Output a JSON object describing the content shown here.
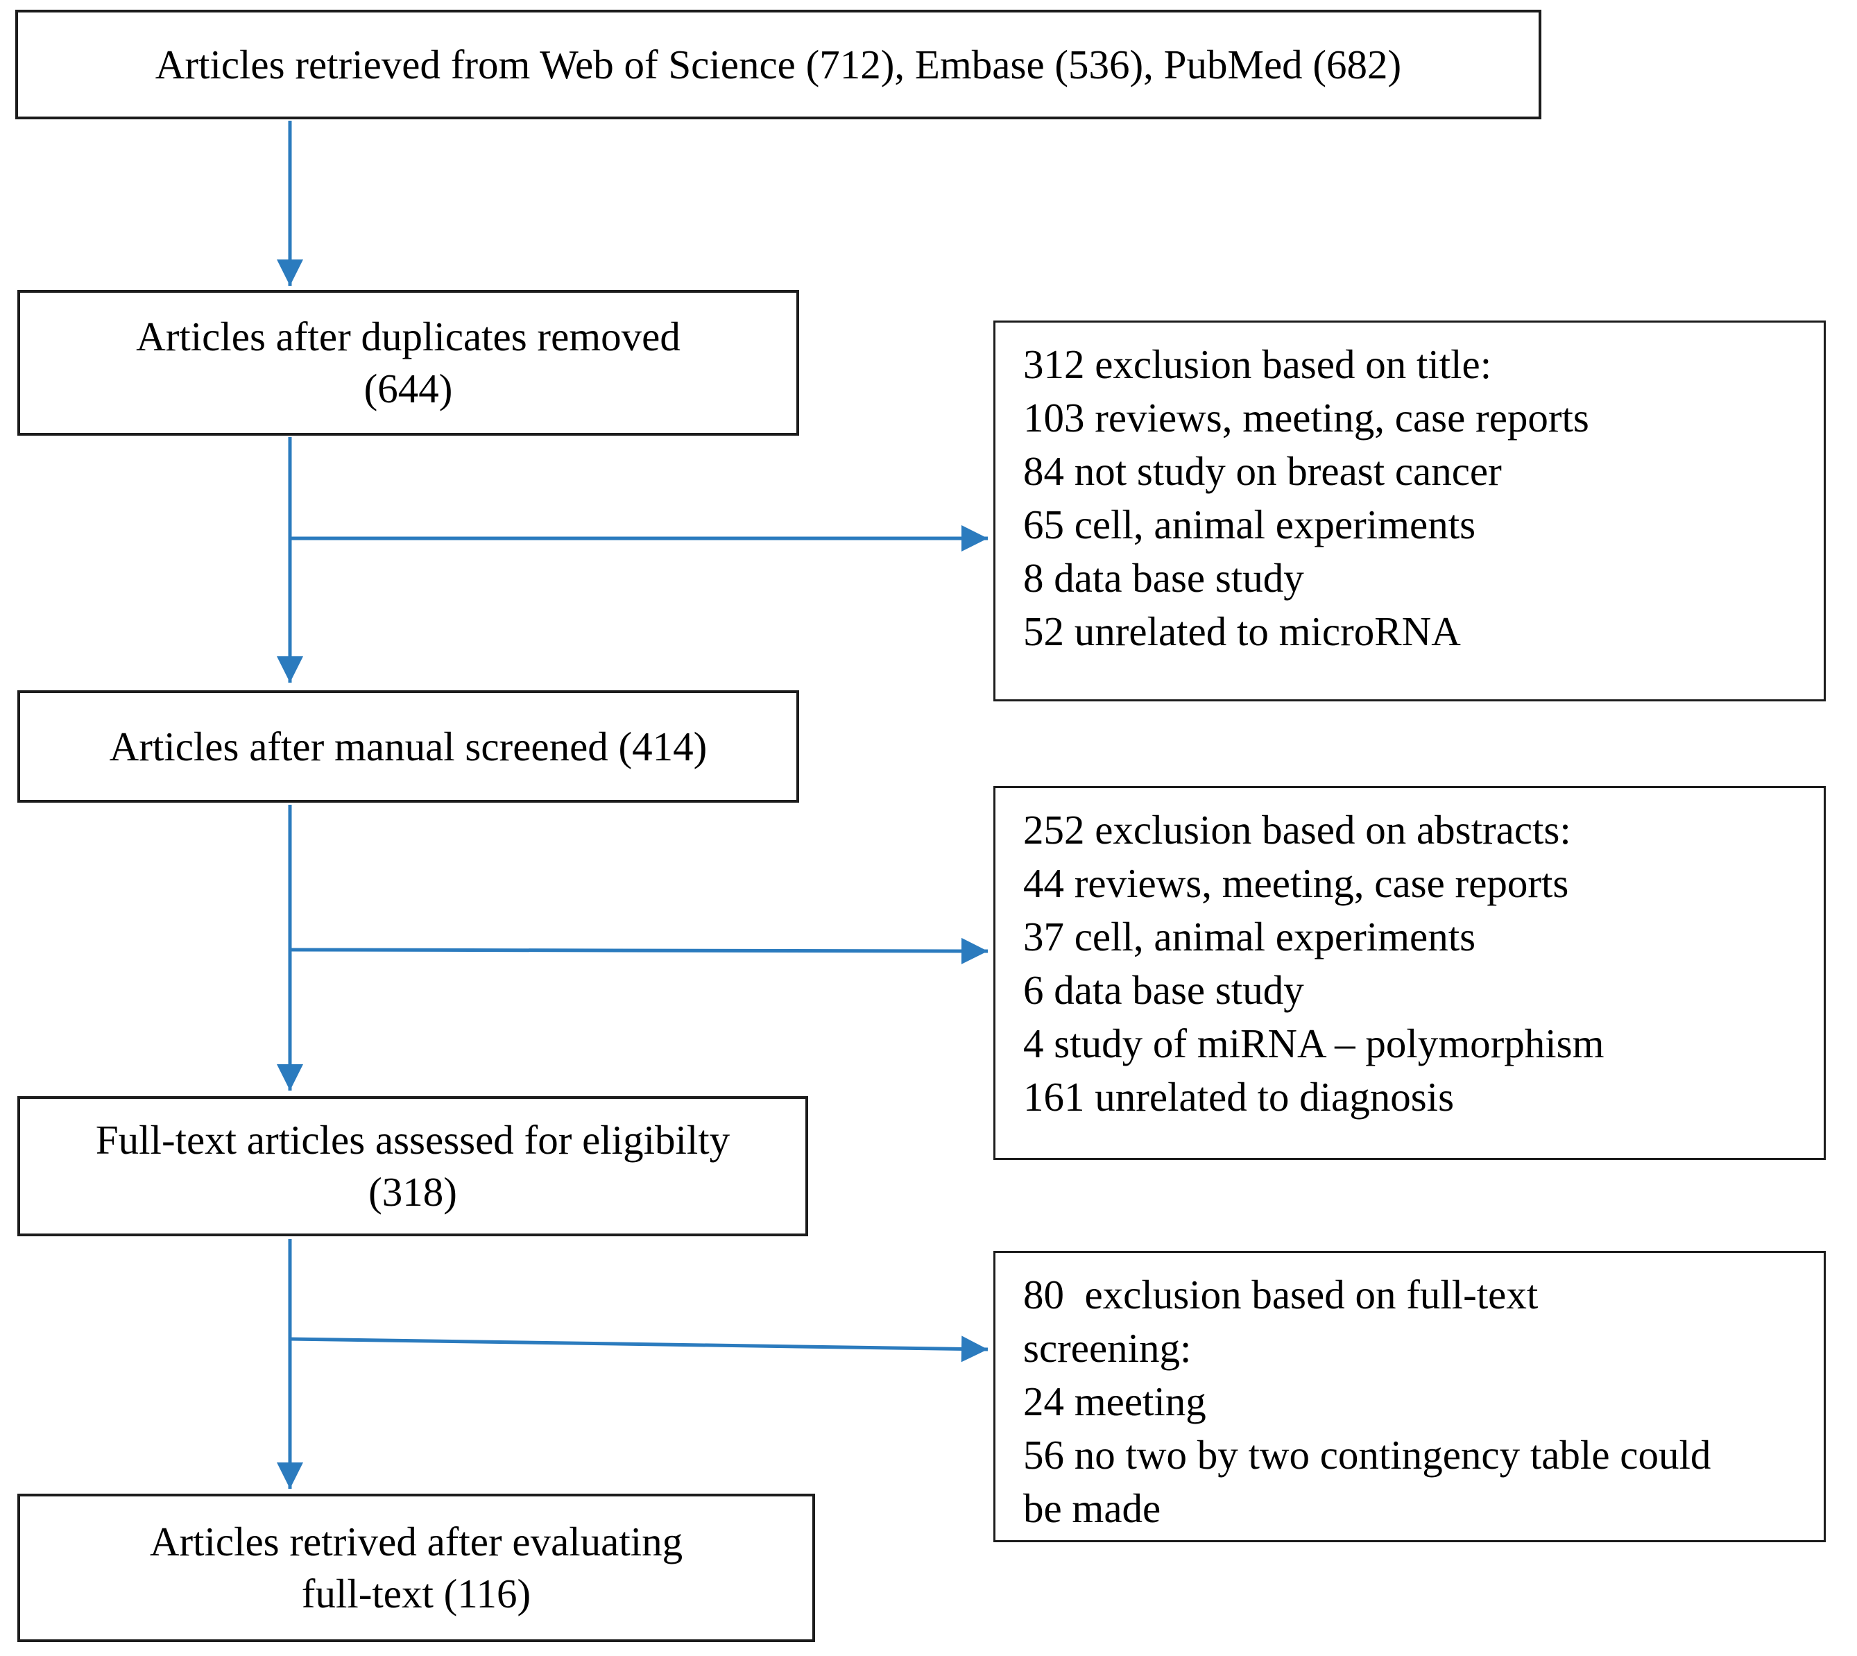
{
  "colors": {
    "arrow": "#2B7BBE",
    "box_border": "#1c1c1c",
    "background": "#ffffff"
  },
  "flow": {
    "retrieved": {
      "lines": [
        "Articles retrieved from Web of Science (712), Embase (536), PubMed (682)"
      ]
    },
    "duplicates_removed": {
      "lines": [
        "Articles after duplicates removed",
        "(644)"
      ]
    },
    "manual_screened": {
      "lines": [
        "Articles after manual screened (414)"
      ]
    },
    "fulltext_assessed": {
      "lines": [
        "Full-text articles assessed for eligibilty",
        "(318)"
      ]
    },
    "final_retrieved": {
      "lines": [
        "Articles retrived after evaluating",
        "full-text (116)"
      ]
    }
  },
  "exclusions": {
    "title_screen": {
      "lines": [
        "312 exclusion based on title:",
        "103 reviews, meeting, case reports",
        "84 not study on breast cancer",
        "65 cell, animal experiments",
        "8 data base study",
        "52 unrelated to microRNA"
      ]
    },
    "abstract_screen": {
      "lines": [
        "252 exclusion based on abstracts:",
        "44 reviews, meeting, case reports",
        "37 cell, animal experiments",
        "6 data base study",
        "4 study of miRNA – polymorphism",
        "161 unrelated to diagnosis"
      ]
    },
    "fulltext_screen": {
      "lines": [
        "80  exclusion based on full-text",
        "screening:",
        "24 meeting",
        "56 no two by two contingency table could",
        "be made"
      ]
    }
  }
}
